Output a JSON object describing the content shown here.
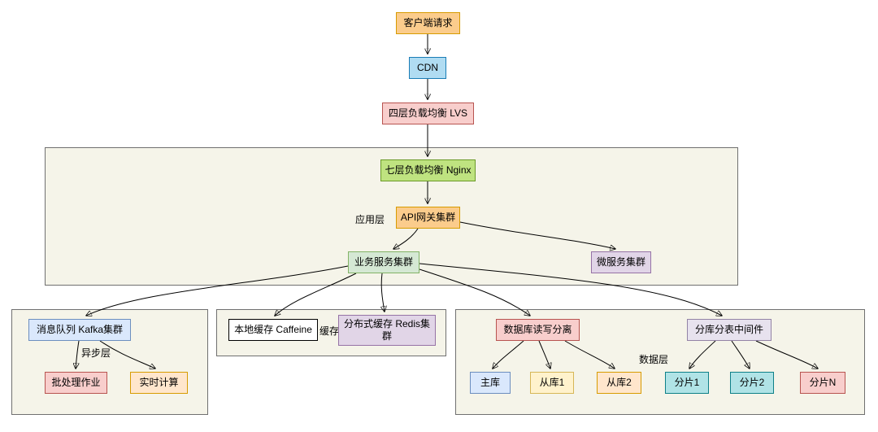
{
  "diagram": {
    "title": "web-architecture-flowchart",
    "nodes": {
      "client": {
        "label": "客户端请求"
      },
      "cdn": {
        "label": "CDN"
      },
      "lvs": {
        "label": "四层负载均衡 LVS"
      },
      "nginx": {
        "label": "七层负载均衡 Nginx"
      },
      "api_gateway": {
        "label": "API网关集群"
      },
      "business_cluster": {
        "label": "业务服务集群"
      },
      "microservice_cluster": {
        "label": "微服务集群"
      },
      "kafka": {
        "label": "消息队列 Kafka集群"
      },
      "batch_job": {
        "label": "批处理作业"
      },
      "realtime_compute": {
        "label": "实时计算"
      },
      "local_cache": {
        "label": "本地缓存 Caffeine"
      },
      "redis": {
        "label": "分布式缓存 Redis集群"
      },
      "db_rw_split": {
        "label": "数据库读写分离"
      },
      "sharding_middleware": {
        "label": "分库分表中间件"
      },
      "master_db": {
        "label": "主库"
      },
      "slave_db1": {
        "label": "从库1"
      },
      "slave_db2": {
        "label": "从库2"
      },
      "shard1": {
        "label": "分片1"
      },
      "shard2": {
        "label": "分片2"
      },
      "shardN": {
        "label": "分片N"
      }
    },
    "labels": {
      "app_layer": "应用层",
      "async_layer": "异步层",
      "cache_layer": "缓存",
      "data_layer": "数据层"
    },
    "colors": {
      "orange_deep_fill": "#fbcc8c",
      "orange_fill": "#ffe6cc",
      "orange_stroke": "#d79b00",
      "blue_sky_fill": "#b0dcf2",
      "blue_pale_fill": "#dae8fc",
      "blue_stroke": "#6c8ebf",
      "pink_fill": "#f8cecc",
      "pink_stroke": "#b85450",
      "green_bright_fill": "#bfe380",
      "green_pale_fill": "#d5e8d4",
      "green_stroke": "#82b366",
      "purple_fill": "#e1d5e7",
      "purple_stroke": "#9673a6",
      "yellow_fill": "#fff2cc",
      "teal_fill": "#b0e3e6",
      "container_fill": "#f5f4e9",
      "edge_color": "#000000"
    }
  }
}
